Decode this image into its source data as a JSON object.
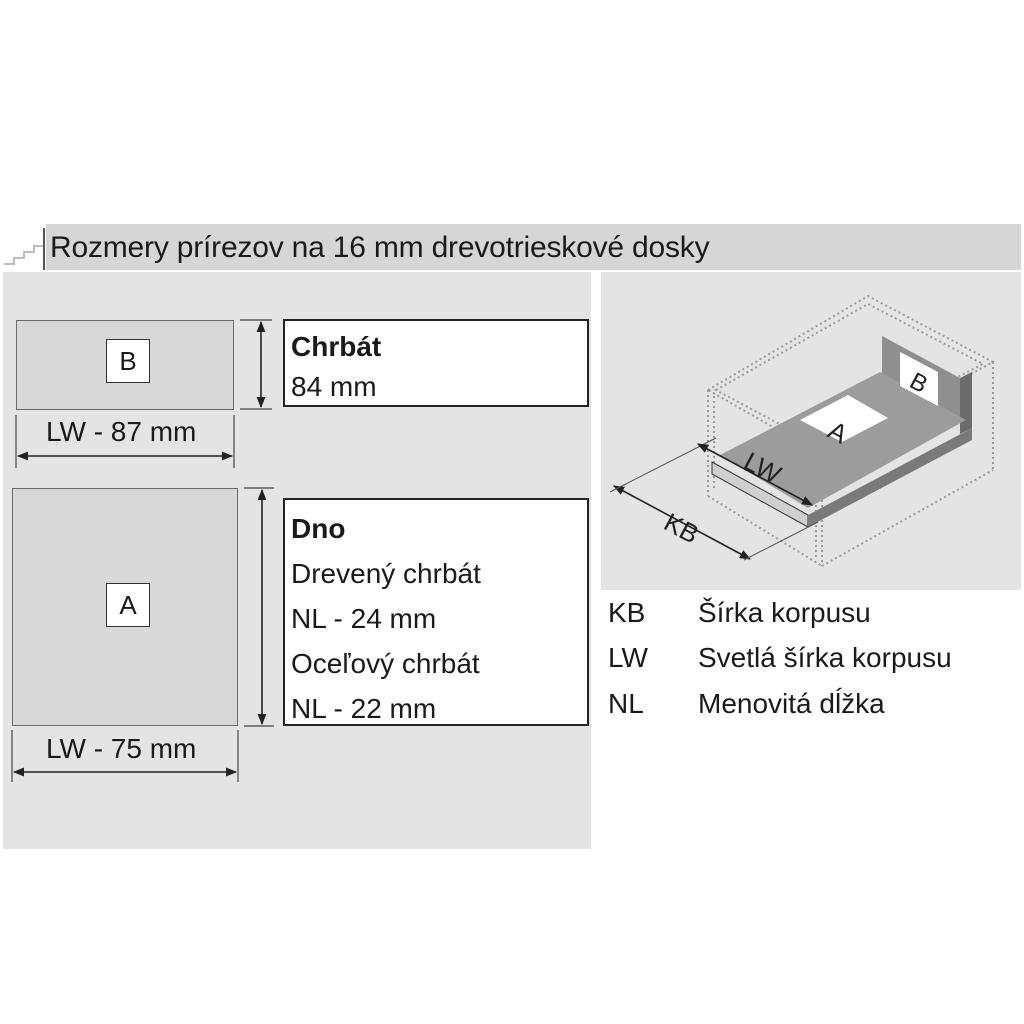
{
  "title": "Rozmery prírezov na 16 mm drevotrieskové dosky",
  "parts": [
    {
      "letter": "B",
      "width_label": "LW - 87 mm",
      "name": "Chrbát",
      "details": [
        "84 mm"
      ]
    },
    {
      "letter": "A",
      "width_label": "LW - 75 mm",
      "name": "Dno",
      "details": [
        "Drevený chrbát",
        "NL - 24 mm",
        "Oceľový chrbát",
        "NL - 22 mm"
      ]
    }
  ],
  "drawing_labels": {
    "kb": "KB",
    "lw": "LW",
    "a": "A",
    "b": "B"
  },
  "legend": [
    {
      "abbr": "KB",
      "text": "Šírka korpusu"
    },
    {
      "abbr": "LW",
      "text": "Svetlá šírka korpusu"
    },
    {
      "abbr": "NL",
      "text": "Menovitá dĺžka"
    }
  ],
  "colors": {
    "panel": "#e4e4e5",
    "title_band": "#d6d6d7",
    "part_fill": "#d8d8d9",
    "line": "#222222"
  }
}
